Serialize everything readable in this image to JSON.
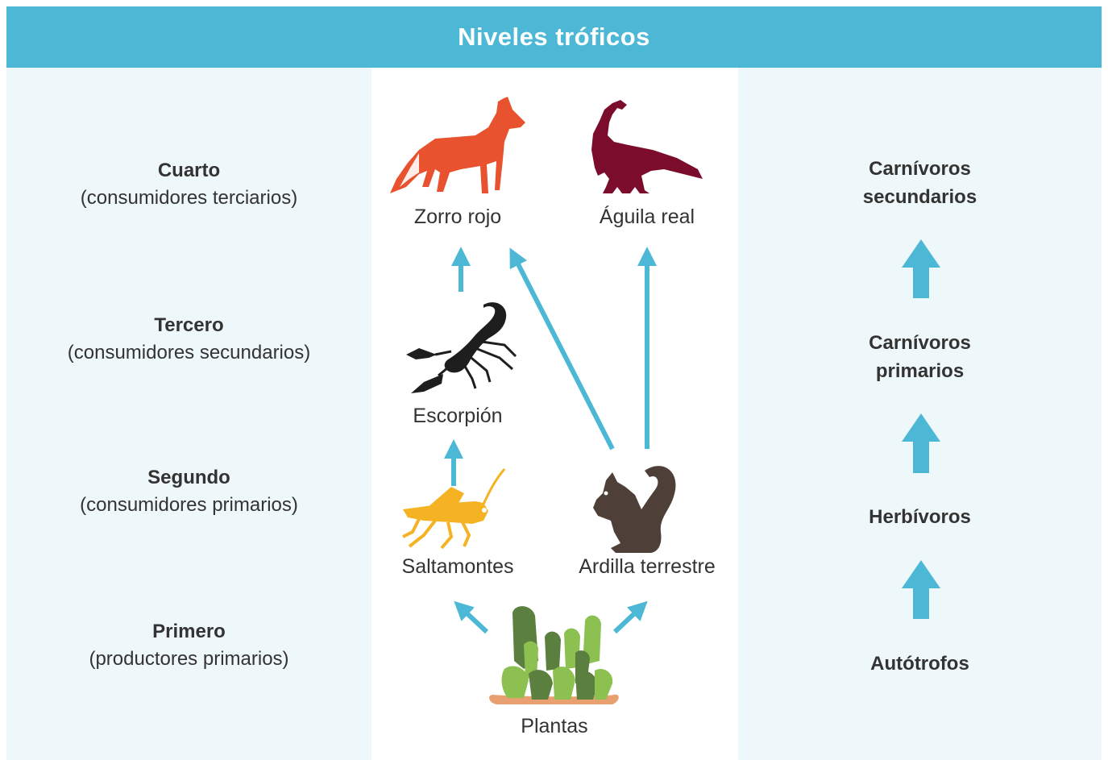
{
  "title": "Niveles tróficos",
  "levels": [
    {
      "name": "Cuarto",
      "desc": "(consumidores terciarios)"
    },
    {
      "name": "Tercero",
      "desc": "(consumidores secundarios)"
    },
    {
      "name": "Segundo",
      "desc": "(consumidores primarios)"
    },
    {
      "name": "Primero",
      "desc": "(productores primarios)"
    }
  ],
  "organisms": {
    "fox": "Zorro rojo",
    "eagle": "Águila real",
    "scorpion": "Escorpión",
    "grasshopper": "Saltamontes",
    "squirrel": "Ardilla terrestre",
    "plants": "Plantas"
  },
  "roles": {
    "carn_sec_1": "Carnívoros",
    "carn_sec_2": "secundarios",
    "carn_pri_1": "Carnívoros",
    "carn_pri_2": "primarios",
    "herb": "Herbívoros",
    "auto": "Autótrofos"
  },
  "colors": {
    "header": "#4db8d6",
    "panel": "#eef7f9",
    "arrow": "#4db8d6",
    "fox": "#e8522e",
    "eagle": "#7b0c2b",
    "scorpion": "#1e1e1e",
    "grasshopper": "#f5b324",
    "squirrel": "#4e4039",
    "plant_dark": "#5a7f3f",
    "plant_light": "#8cc152",
    "soil": "#e9a070"
  },
  "icons": [
    "fox-icon",
    "eagle-icon",
    "scorpion-icon",
    "grasshopper-icon",
    "squirrel-icon",
    "plants-icon"
  ]
}
